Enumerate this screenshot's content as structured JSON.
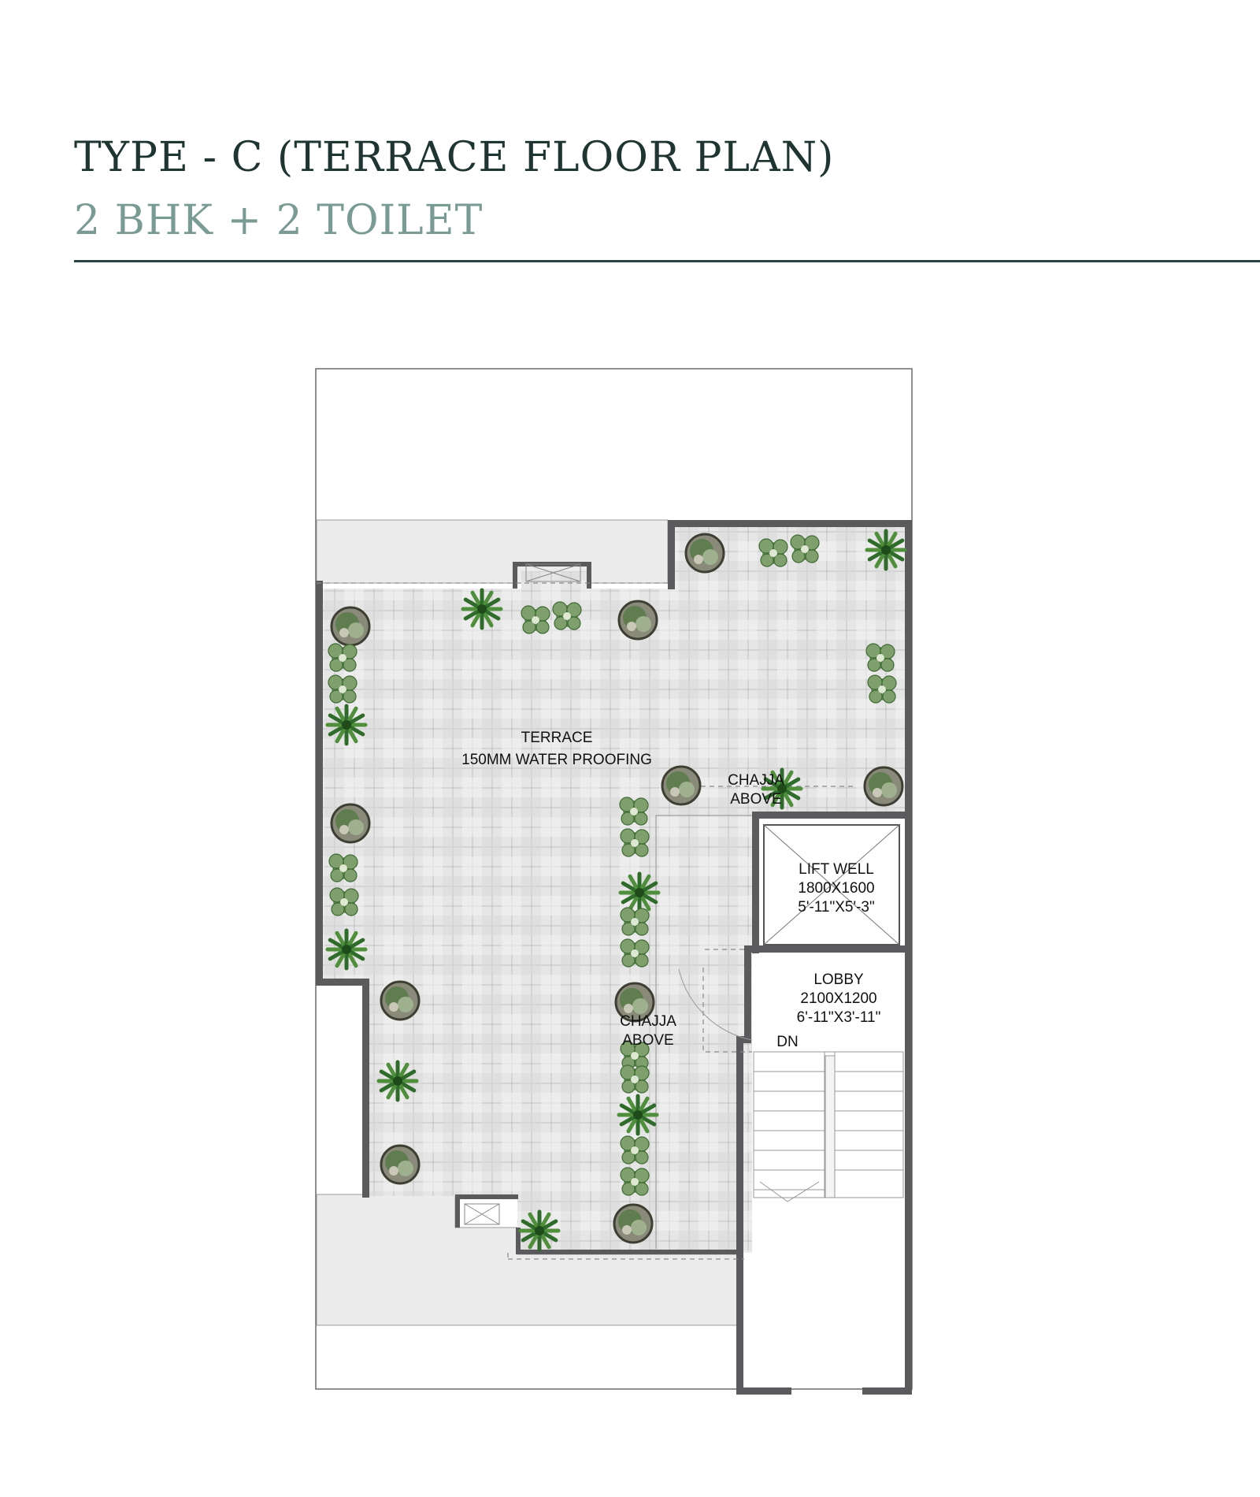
{
  "header": {
    "title": "TYPE - C (TERRACE FLOOR PLAN)",
    "subtitle": "2 BHK + 2 TOILET"
  },
  "plan": {
    "terrace": {
      "name": "TERRACE",
      "note": "150MM WATER PROOFING"
    },
    "chajja_top": {
      "line1": "CHAJJA",
      "line2": "ABOVE"
    },
    "chajja_mid": {
      "line1": "CHAJJA",
      "line2": "ABOVE"
    },
    "lift_well": {
      "name": "LIFT WELL",
      "dims_mm": "1800X1600",
      "dims_ft": "5'-11\"X5'-3\""
    },
    "lobby": {
      "name": "LOBBY",
      "dims_mm": "2100X1200",
      "dims_ft": "6'-11\"X3'-11\""
    },
    "stair": {
      "label": "DN"
    }
  },
  "colors": {
    "heading": "#1f3532",
    "subheading": "#7a9a94",
    "wall": "#5b5b5e",
    "tile": "#e3e3e3",
    "planter_green": "#2f6b2a"
  }
}
